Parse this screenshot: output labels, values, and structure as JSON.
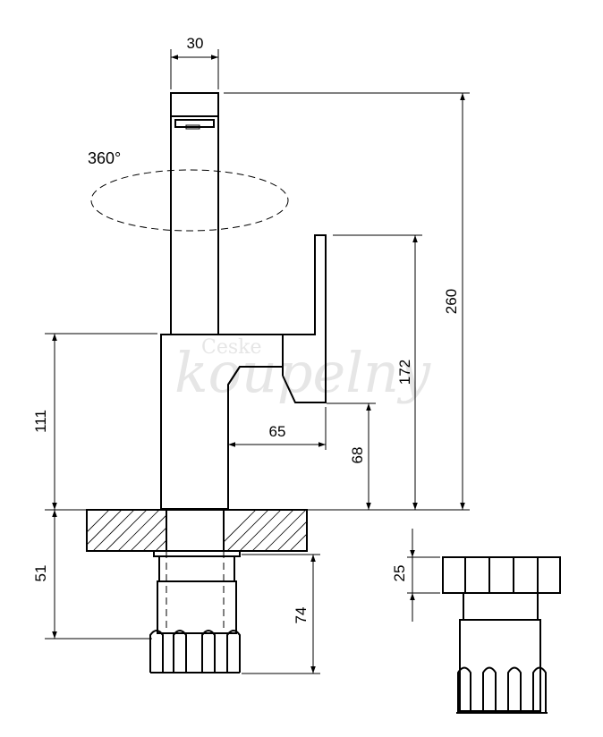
{
  "watermark": {
    "line1": "Ceske",
    "line2": "koupelny"
  },
  "rotation_label": "360°",
  "dimensions": {
    "top_width": "30",
    "total_height": "260",
    "lever_height": "172",
    "body_height": "111",
    "spout_reach": "65",
    "spout_height": "68",
    "below_counter": "51",
    "shank_length": "74",
    "nut_height": "25"
  }
}
